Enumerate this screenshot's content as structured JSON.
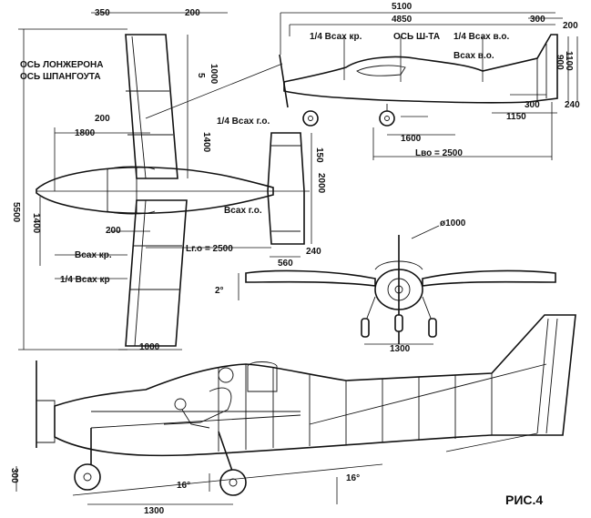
{
  "figure_caption": "РИС.4",
  "labels": {
    "top_350": "350",
    "top_200": "200",
    "top_1000": "1000",
    "top_5": "5",
    "spar_axis": "ОСЬ ЛОНЖЕРОНА",
    "frame_axis": "ОСЬ ШПАНГОУТА",
    "top_200b": "200",
    "top_1800": "1800",
    "top_1400": "1400",
    "top_5500": "5500",
    "top_1400b": "1400",
    "top_200c": "200",
    "b_sah_kr": "Bсах кр.",
    "quarter_b_sah_kr2": "1/4 Bсах кр",
    "top_1000b": "1000",
    "quarter_b_sah_go": "1/4 Bсах г.о.",
    "go_150": "150",
    "go_2000": "2000",
    "b_sah_go": "Bсах г.о.",
    "l_go": "Lг.о = 2500",
    "go_240": "240",
    "go_560": "560",
    "side_5100": "5100",
    "side_4850": "4850",
    "side_300": "300",
    "side_200": "200",
    "quarter_b_sah_kr": "1/4 Bсах кр.",
    "os_sh_ta": "ОСЬ Ш-ТА",
    "quarter_b_sah_vo": "1/4 Bсах в.о.",
    "b_sah_vo": "Bсах в.о.",
    "side_900": "900",
    "side_1100": "1100",
    "side_300b": "300",
    "side_240": "240",
    "side_1150": "1150",
    "side_1600": "1600",
    "l_vo": "Lво = 2500",
    "front_diam": "ø1000",
    "front_2deg": "2°",
    "front_1300": "1300",
    "cut_300": "300",
    "cut_16a": "16°",
    "cut_16b": "16°",
    "cut_1300": "1300"
  }
}
